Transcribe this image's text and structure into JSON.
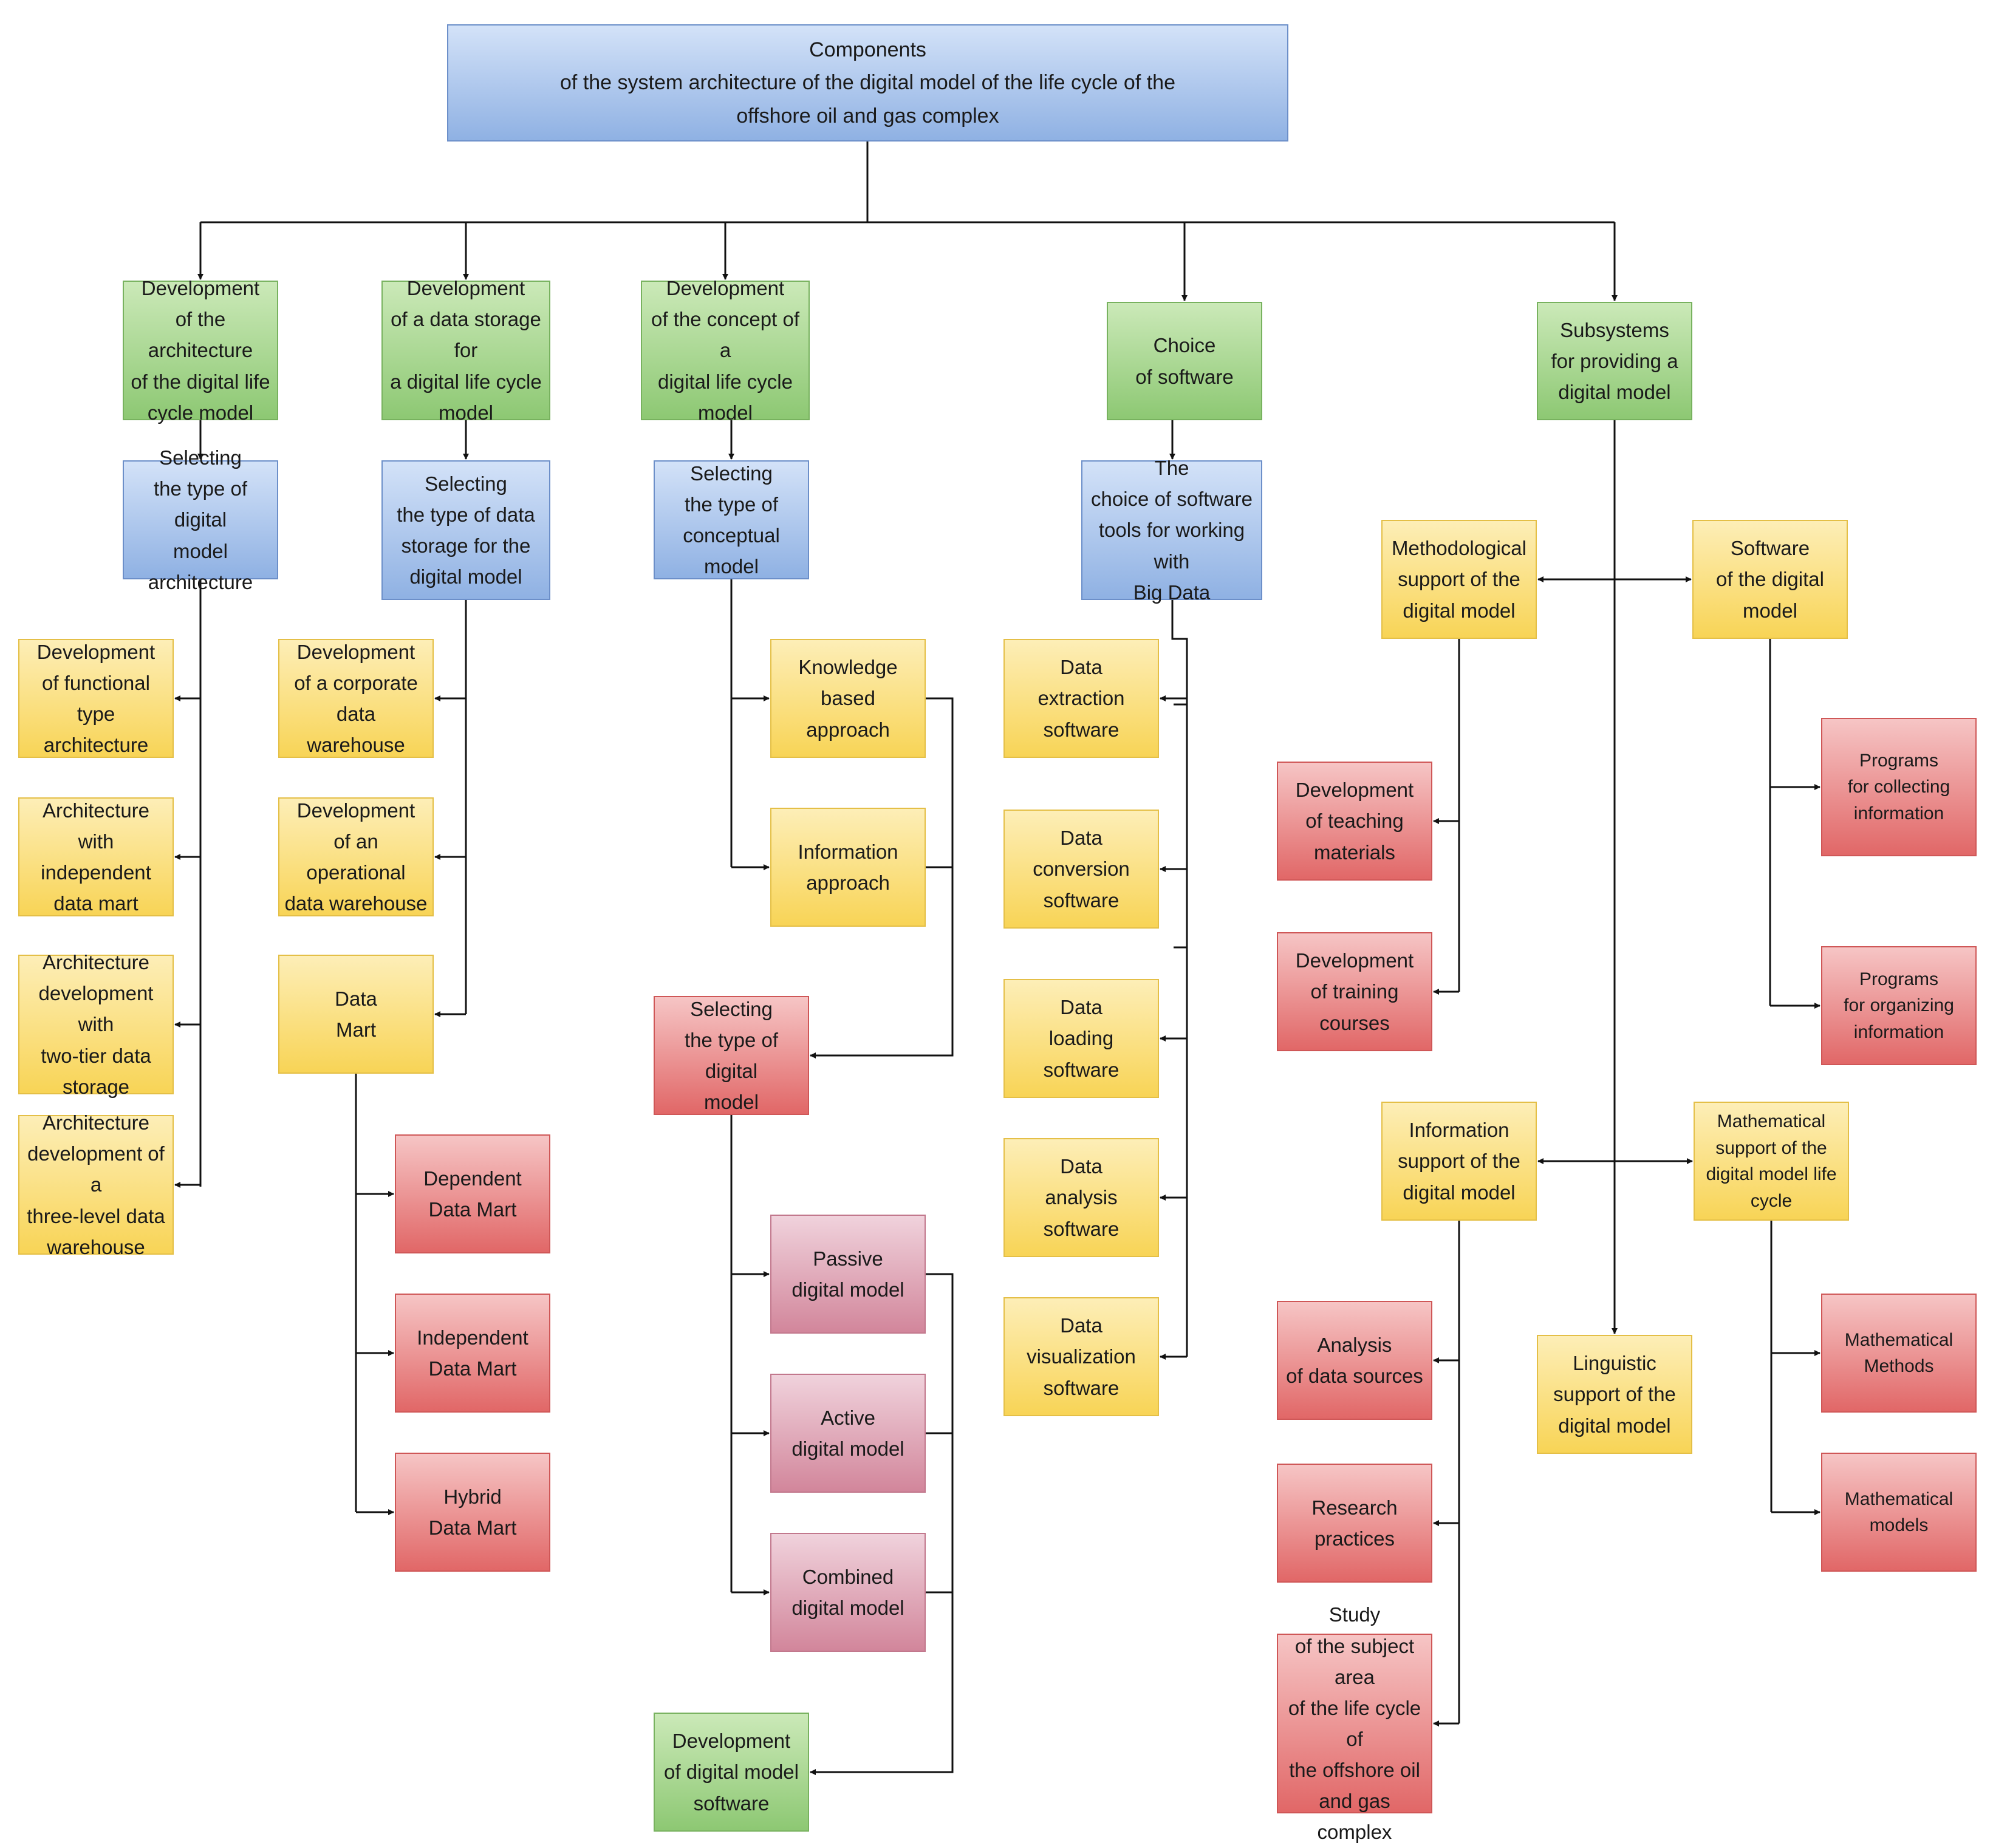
{
  "diagram": {
    "root": "Components\nof the system architecture of the digital model of the life cycle of the\noffshore oil and gas complex",
    "nodes": {
      "dev_arch": "Development\nof the architecture\nof the digital life\ncycle model",
      "dev_storage": "Development\nof a data storage for\na digital life cycle\nmodel",
      "dev_concept": "Development\nof the concept of a\ndigital life cycle\nmodel",
      "choice_sw": "Choice\nof software",
      "subsystems": "Subsystems\nfor providing a\ndigital model",
      "sel_arch": "Selecting\nthe type of digital\nmodel architecture",
      "sel_storage": "Selecting\nthe type of data\nstorage for the\ndigital model",
      "sel_concept": "Selecting\nthe type of\nconceptual model",
      "choice_tools": "The\nchoice of software\ntools for working with\nBig Data",
      "func_arch": "Development\nof functional type\narchitecture",
      "indep_mart_arch": "Architecture\nwith independent\ndata mart",
      "two_tier": "Architecture\ndevelopment with\ntwo-tier data\nstorage",
      "three_level": "Architecture\ndevelopment of a\nthree-level data\nwarehouse",
      "corp_dw": "Development\nof a corporate data\nwarehouse",
      "oper_dw": "Development\nof an operational\ndata warehouse",
      "data_mart": "Data\nMart",
      "dep_mart": "Dependent\nData Mart",
      "indep_mart": "Independent\nData Mart",
      "hybrid_mart": "Hybrid\nData Mart",
      "knowledge": "Knowledge\nbased approach",
      "information": "Information\napproach",
      "sel_digital": "Selecting\nthe type of digital\nmodel",
      "passive": "Passive\ndigital model",
      "active": "Active\ndigital model",
      "combined": "Combined\ndigital model",
      "dev_dm_sw": "Development\nof digital model\nsoftware",
      "extraction": "Data\nextraction\nsoftware",
      "conversion": "Data\nconversion\nsoftware",
      "loading": "Data\nloading software",
      "analysis_sw": "Data\nanalysis software",
      "visualization": "Data\nvisualization\nsoftware",
      "methodological": "Methodological\nsupport of the\ndigital model",
      "software_dm": "Software\nof the digital\nmodel",
      "teaching": "Development\nof teaching\nmaterials",
      "training": "Development\nof training courses",
      "prog_collect": "Programs\nfor collecting\ninformation",
      "prog_organize": "Programs\nfor organizing\ninformation",
      "info_support": "Information\nsupport of the\ndigital model",
      "math_support": "Mathematical\nsupport of the\ndigital model life\ncycle",
      "analysis_sources": "Analysis\nof data sources",
      "research": "Research\npractices",
      "study": "Study\nof the subject area\nof the life cycle of\nthe offshore oil\nand gas complex",
      "linguistic": "Linguistic\nsupport of the\ndigital model",
      "math_methods": "Mathematical\nMethods",
      "math_models": "Mathematical\nmodels"
    }
  }
}
